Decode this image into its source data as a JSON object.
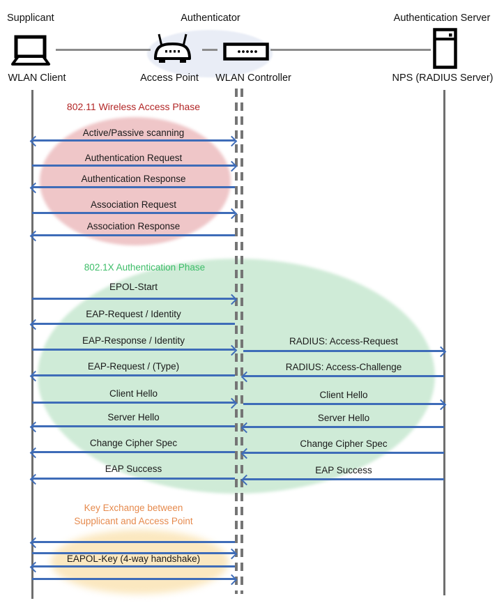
{
  "header": {
    "roles": {
      "supplicant": "Supplicant",
      "authenticator": "Authenticator",
      "auth_server": "Authentication Server"
    },
    "devices": {
      "wlan_client": "WLAN Client",
      "access_point": "Access Point",
      "wlan_controller": "WLAN Controller",
      "nps": "NPS (RADIUS Server)"
    },
    "icons": [
      "laptop-icon",
      "access-point-icon",
      "wlan-controller-icon",
      "server-icon"
    ]
  },
  "phases": {
    "wireless": {
      "title": "802.11 Wireless Access Phase",
      "title_color": "#b22525",
      "ellipse_color": "#efc6c8",
      "messages": [
        {
          "label": "Active/Passive scanning",
          "direction": "both"
        },
        {
          "label": "Authentication Request",
          "direction": "right"
        },
        {
          "label": "Authentication Response",
          "direction": "left"
        },
        {
          "label": "Association Request",
          "direction": "right"
        },
        {
          "label": "Association Response",
          "direction": "left"
        }
      ]
    },
    "dot1x": {
      "title": "802.1X Authentication Phase",
      "title_color": "#3dbd68",
      "ellipse_color": "#cfebd7",
      "client_messages": [
        {
          "label": "EPOL-Start",
          "direction": "right"
        },
        {
          "label": "EAP-Request / Identity",
          "direction": "left"
        },
        {
          "label": "EAP-Response / Identity",
          "direction": "right"
        },
        {
          "label": "EAP-Request / (Type)",
          "direction": "left"
        },
        {
          "label": "Client Hello",
          "direction": "right"
        },
        {
          "label": "Server Hello",
          "direction": "left"
        },
        {
          "label": "Change Cipher Spec",
          "direction": "left"
        },
        {
          "label": "EAP Success",
          "direction": "left"
        }
      ],
      "server_messages": [
        {
          "label": "RADIUS: Access-Request",
          "direction": "right"
        },
        {
          "label": "RADIUS: Access-Challenge",
          "direction": "left"
        },
        {
          "label": "Client Hello",
          "direction": "right"
        },
        {
          "label": "Server Hello",
          "direction": "left"
        },
        {
          "label": "Change Cipher Spec",
          "direction": "left"
        },
        {
          "label": "EAP Success",
          "direction": "left"
        }
      ]
    },
    "key_exchange": {
      "title_line1": "Key Exchange between",
      "title_line2": "Supplicant and Access Point",
      "title_color": "#e68a4d",
      "ellipse_color": "#fbe8c0",
      "message_label": "EAPOL-Key (4-way handshake)",
      "arrows": [
        {
          "direction": "left"
        },
        {
          "direction": "right"
        },
        {
          "direction": "left"
        },
        {
          "direction": "right"
        }
      ]
    }
  },
  "colors": {
    "arrow": "#3e6cb8",
    "lifeline": "#6e6e6e",
    "connector": "#8c8c8c"
  }
}
